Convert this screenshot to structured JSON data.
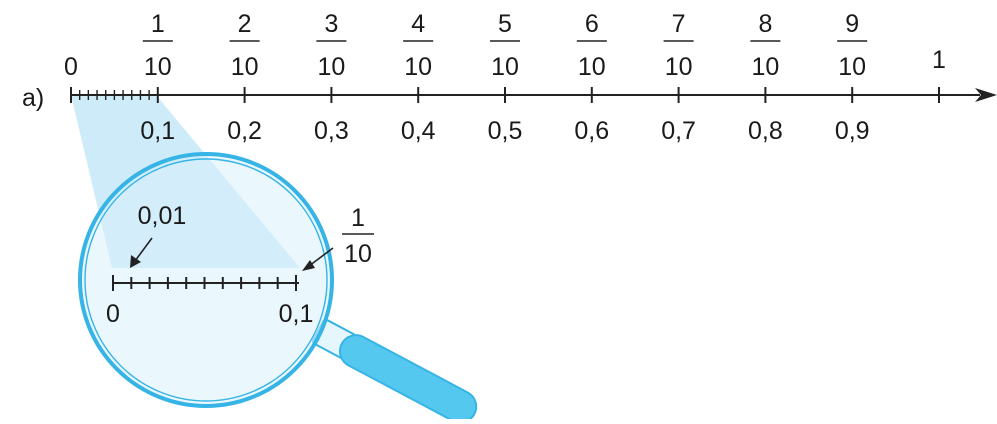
{
  "part_label": "a)",
  "top_axis": {
    "zero_label": "0",
    "one_label": "1",
    "fractions": [
      {
        "num": "1",
        "den": "10",
        "dec": "0,1"
      },
      {
        "num": "2",
        "den": "10",
        "dec": "0,2"
      },
      {
        "num": "3",
        "den": "10",
        "dec": "0,3"
      },
      {
        "num": "4",
        "den": "10",
        "dec": "0,4"
      },
      {
        "num": "5",
        "den": "10",
        "dec": "0,5"
      },
      {
        "num": "6",
        "den": "10",
        "dec": "0,6"
      },
      {
        "num": "7",
        "den": "10",
        "dec": "0,7"
      },
      {
        "num": "8",
        "den": "10",
        "dec": "0,8"
      },
      {
        "num": "9",
        "den": "10",
        "dec": "0,9"
      }
    ],
    "first_segment_subdivisions": 10
  },
  "magnified": {
    "left_label": "0",
    "right_label": "0,1",
    "hundredth_label": "0,01",
    "tenth_fraction": {
      "num": "1",
      "den": "10"
    },
    "subdivisions": 10
  },
  "colors": {
    "lens_ring": "#36b4e6",
    "lens_fill": "#d9f1fb",
    "beam": "#cdebf8",
    "handle": "#55c8ef",
    "handle_light": "#e6f6fd",
    "ink": "#222222"
  }
}
